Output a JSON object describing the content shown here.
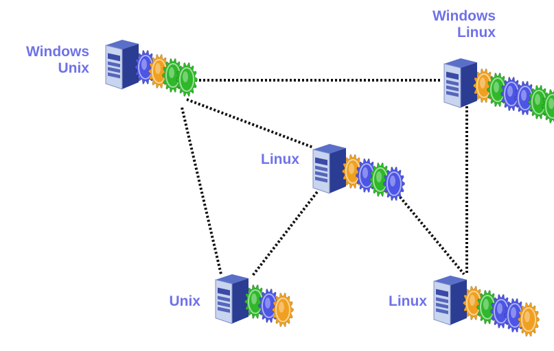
{
  "colors": {
    "label": "#6f72e8",
    "connection": "#111111",
    "server_body": "#2b3d93",
    "server_front": "#c9d4ee",
    "gear_blue": "#4d55e6",
    "gear_orange": "#f0a020",
    "gear_green": "#2fb82a"
  },
  "nodes": [
    {
      "id": "top-left",
      "labels": [
        "Windows",
        "Unix"
      ],
      "gears": [
        "gear_blue",
        "gear_orange",
        "gear_green",
        "gear_green"
      ]
    },
    {
      "id": "top-right",
      "labels": [
        "Windows",
        "Linux"
      ],
      "gears": [
        "gear_orange",
        "gear_green",
        "gear_blue",
        "gear_blue",
        "gear_green",
        "gear_green"
      ]
    },
    {
      "id": "center",
      "labels": [
        "Linux"
      ],
      "gears": [
        "gear_orange",
        "gear_blue",
        "gear_green",
        "gear_blue"
      ]
    },
    {
      "id": "bottom-left",
      "labels": [
        "Unix"
      ],
      "gears": [
        "gear_green",
        "gear_blue",
        "gear_orange"
      ]
    },
    {
      "id": "bottom-right",
      "labels": [
        "Linux"
      ],
      "gears": [
        "gear_orange",
        "gear_green",
        "gear_blue",
        "gear_blue",
        "gear_orange"
      ]
    }
  ],
  "connections": [
    [
      "top-left",
      "top-right"
    ],
    [
      "top-left",
      "center"
    ],
    [
      "top-left",
      "bottom-left"
    ],
    [
      "center",
      "bottom-left"
    ],
    [
      "center",
      "bottom-right"
    ],
    [
      "top-right",
      "bottom-right"
    ]
  ]
}
